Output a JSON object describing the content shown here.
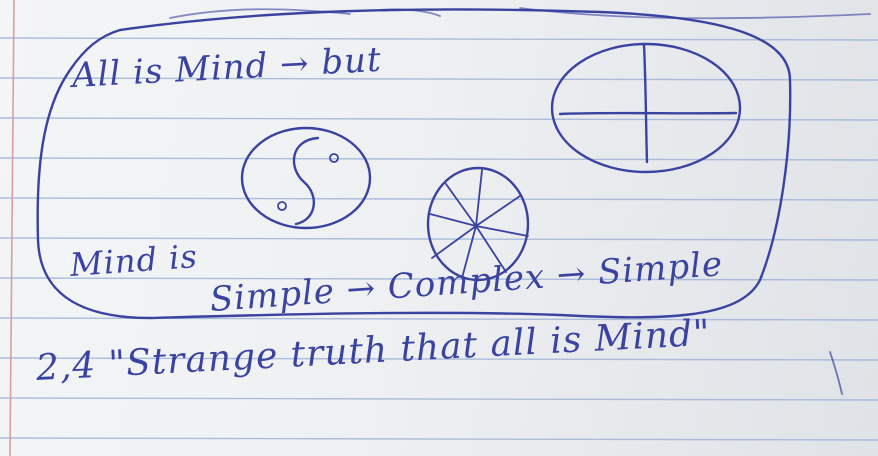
{
  "image": {
    "description_text": {
      "line1": "All is Mind → but",
      "line2a": "Mind is",
      "line2b": "Simple → Complex → Simple",
      "line3": "2,4 \"Strange truth that all is Mind\""
    },
    "colors": {
      "ink": "#3a43a0",
      "paper": "#eef0f2",
      "rule": "#9fb4d6",
      "margin": "#d7a0a0"
    }
  }
}
